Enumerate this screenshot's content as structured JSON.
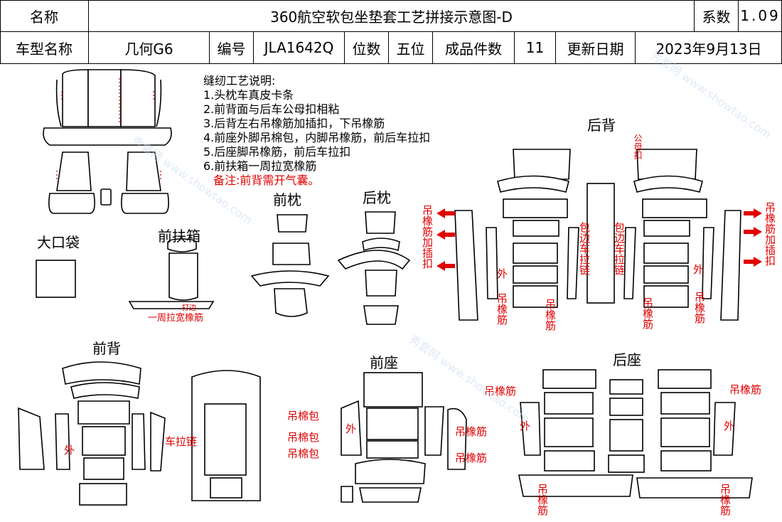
{
  "header": {
    "name_label": "名称",
    "title": "360航空软包坐垫套工艺拼接示意图-D",
    "coef_label": "系数",
    "coef_value": "1.09",
    "model_label": "车型名称",
    "model_value": "几何G6",
    "code_label": "编号",
    "code_value": "JLA1642Q",
    "position_label": "位数",
    "position_value": "五位",
    "pieces_label": "成品件数",
    "pieces_value": "11",
    "update_label": "更新日期",
    "update_value": "2023年9月13日"
  },
  "notes": {
    "heading": "缝纫工艺说明:",
    "items": [
      "1.头枕车真皮卡条",
      "2.前背面与后车公母扣相粘",
      "3.后背左右吊橡筋加插扣，下吊橡筋",
      "4.前座外脚吊棉包，内脚吊橡筋，前后车拉扣",
      "5.后座脚吊橡筋，前后车拉扣",
      "6.前扶箱一周拉宽橡筋"
    ],
    "remark": "备注:前背需开气囊。"
  },
  "sections": {
    "big_pocket": "大口袋",
    "front_armrest": "前扶箱",
    "front_headrest": "前枕",
    "rear_headrest": "后枕",
    "rear_back": "后背",
    "front_back": "前背",
    "front_seat": "前座",
    "rear_seat": "后座"
  },
  "labels": {
    "armrest_small": "打边",
    "armrest_elastic": "一周拉宽橡筋",
    "hang_elastic_clip": "吊橡筋加插扣",
    "outer": "外",
    "hang_elastic": "吊橡筋",
    "edge_zipper": "包边车拉链",
    "male_female_clip": "公母扣",
    "car_zipper": "车拉链",
    "hang_cotton": "吊棉包"
  },
  "watermark": "秀套网 www.showtao.com"
}
